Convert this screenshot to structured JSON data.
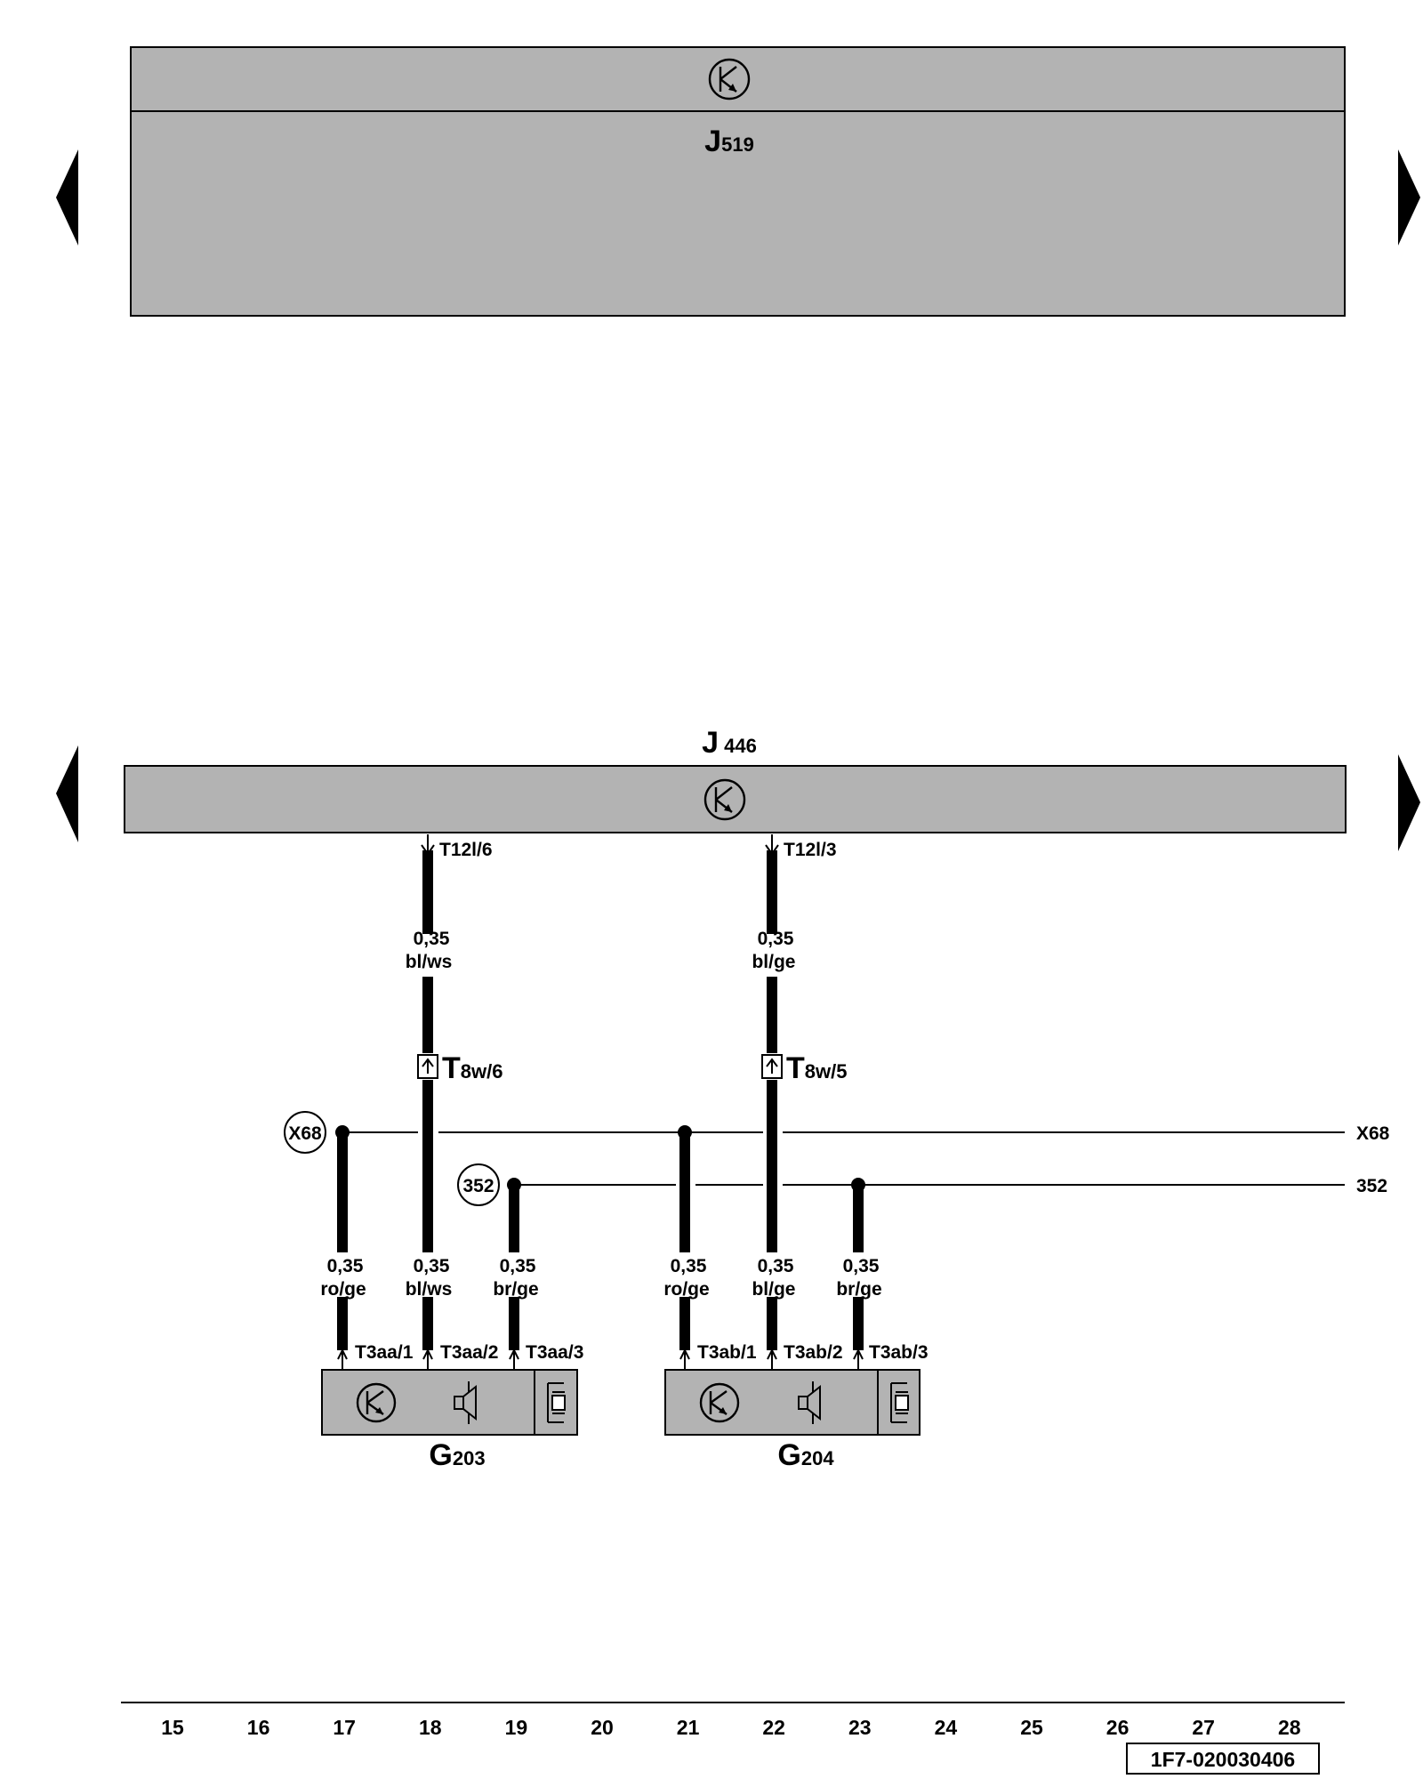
{
  "modules": {
    "top": {
      "letter": "J",
      "number": "519"
    },
    "mid": {
      "letter": "J",
      "number": "446"
    },
    "g1": {
      "letter": "G",
      "number": "203"
    },
    "g2": {
      "letter": "G",
      "number": "204"
    }
  },
  "connectors": {
    "t12_6": "T12l/6",
    "t12_3": "T12l/3",
    "t8_6": {
      "letter": "T",
      "rest": "8w/6"
    },
    "t8_5": {
      "letter": "T",
      "rest": "8w/5"
    },
    "t3aa_1": "T3aa/1",
    "t3aa_2": "T3aa/2",
    "t3aa_3": "T3aa/3",
    "t3ab_1": "T3ab/1",
    "t3ab_2": "T3ab/2",
    "t3ab_3": "T3ab/3"
  },
  "wires": {
    "w18_upper": {
      "size": "0,35",
      "color": "bl/ws"
    },
    "w22_upper": {
      "size": "0,35",
      "color": "bl/ge"
    },
    "w17": {
      "size": "0,35",
      "color": "ro/ge"
    },
    "w18": {
      "size": "0,35",
      "color": "bl/ws"
    },
    "w19": {
      "size": "0,35",
      "color": "br/ge"
    },
    "w21": {
      "size": "0,35",
      "color": "ro/ge"
    },
    "w22": {
      "size": "0,35",
      "color": "bl/ge"
    },
    "w23": {
      "size": "0,35",
      "color": "br/ge"
    }
  },
  "buses": {
    "x68_circle": "X68",
    "x68_end": "X68",
    "b352_circle": "352",
    "b352_end": "352"
  },
  "columns": [
    "15",
    "16",
    "17",
    "18",
    "19",
    "20",
    "21",
    "22",
    "23",
    "24",
    "25",
    "26",
    "27",
    "28"
  ],
  "diagram_id": "1F7-020030406",
  "colors": {
    "module_fill": "#b3b3b3",
    "line": "#000000"
  }
}
